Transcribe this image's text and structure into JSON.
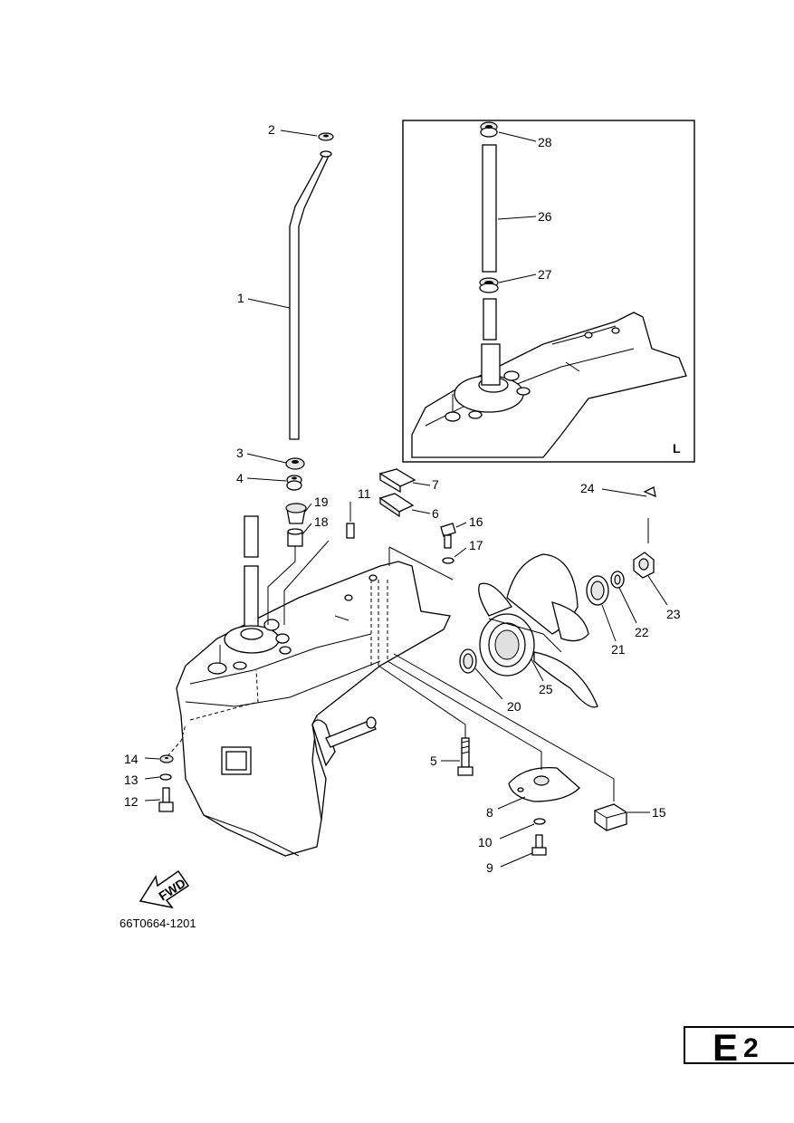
{
  "callouts": [
    "1",
    "2",
    "3",
    "4",
    "5",
    "6",
    "7",
    "8",
    "9",
    "10",
    "11",
    "12",
    "13",
    "14",
    "15",
    "16",
    "17",
    "18",
    "19",
    "20",
    "21",
    "22",
    "23",
    "24",
    "25",
    "26",
    "27",
    "28"
  ],
  "inset_label": "L",
  "fwd_label": "FWD",
  "drawing_code": "66T0664-1201",
  "page_tab": {
    "letter": "E",
    "number": "2"
  }
}
